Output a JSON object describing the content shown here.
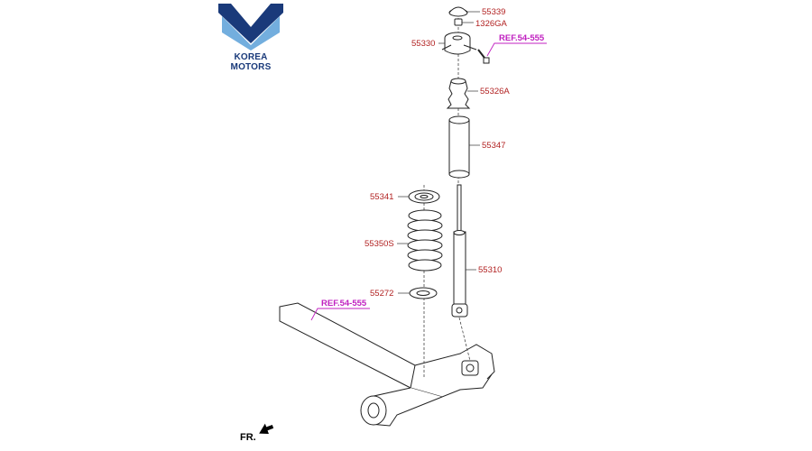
{
  "brand": {
    "name": "KOREA MOTORS",
    "primary_color": "#1a3a7a",
    "accent_color": "#5aa0d8"
  },
  "labels": {
    "p55339": "55339",
    "p1326ga": "1326GA",
    "p55330": "55330",
    "ref_top": "REF.54-555",
    "p55326a": "55326A",
    "p55347": "55347",
    "p55341": "55341",
    "p55350s": "55350S",
    "p55310": "55310",
    "p55272": "55272",
    "ref_bottom": "REF.54-555",
    "front": "FR."
  },
  "colors": {
    "part_label": "#b22222",
    "reference_label": "#c020c0"
  }
}
